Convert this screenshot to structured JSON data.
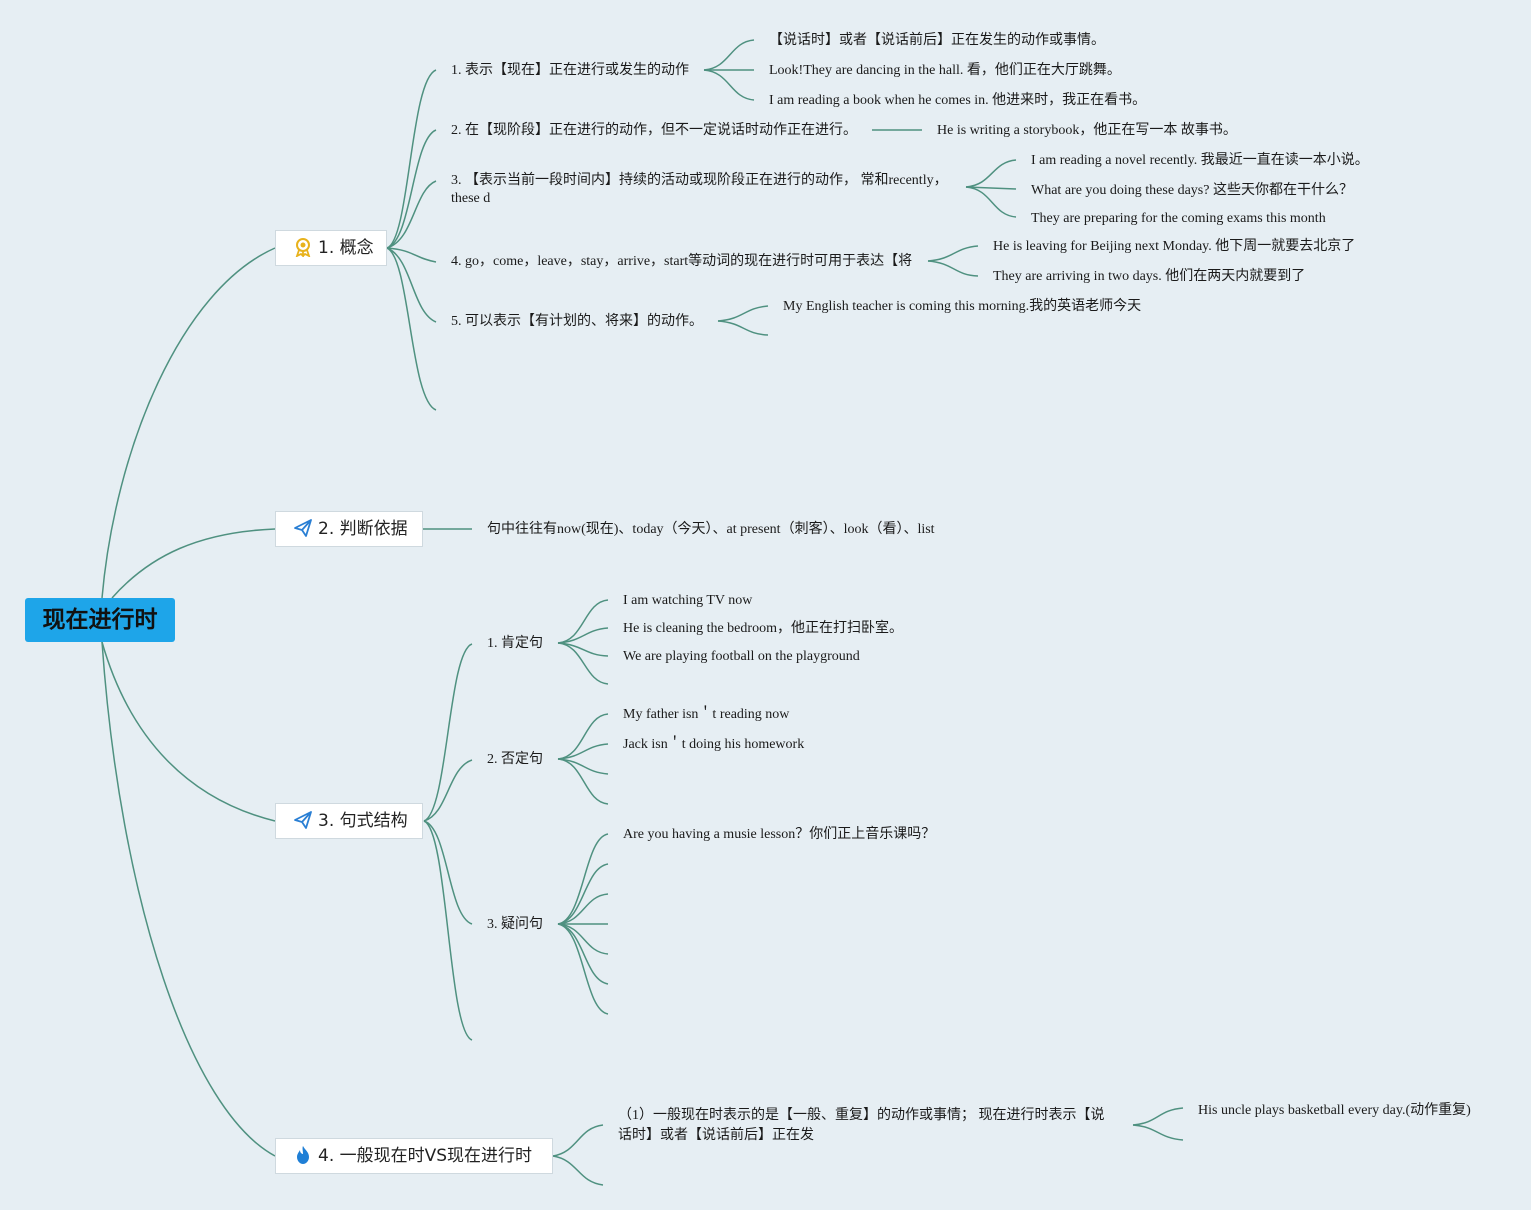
{
  "root": {
    "label": "现在进行时"
  },
  "branches": {
    "concept": {
      "label": "1. 概念",
      "icon": "award-ribbon-icon",
      "items": [
        {
          "label": "1. 表示【现在】正在进行或发生的动作",
          "children": [
            "【说话时】或者【说话前后】正在发生的动作或事情。",
            "Look!They are dancing in the hall. 看，他们正在大厅跳舞。",
            "I am reading a book when he comes in. 他进来时，我正在看书。"
          ]
        },
        {
          "label": "2. 在【现阶段】正在进行的动作，但不一定说话时动作正在进行。",
          "children": [
            "He is writing a storybook，他正在写一本 故事书。"
          ]
        },
        {
          "label": "3. 【表示当前一段时间内】持续的活动或现阶段正在进行的动作， 常和recently，these d",
          "children": [
            "I am reading a novel recently. 我最近一直在读一本小说。",
            "What are you doing these days? 这些天你都在干什么？",
            "They are preparing for the coming exams this month"
          ]
        },
        {
          "label": "4. go，come，leave，stay，arrive，start等动词的现在进行时可用于表达【将",
          "children": [
            "He is leaving for Beijing next Monday. 他下周一就要去北京了",
            "They are arriving in two days. 他们在两天内就要到了"
          ]
        },
        {
          "label": "5. 可以表示【有计划的、将来】的动作。",
          "children": [
            "My English teacher is coming this morning.我的英语老师今天"
          ]
        }
      ]
    },
    "basis": {
      "label": "2. 判断依据",
      "icon": "paper-plane-icon",
      "text": "句中往往有now(现在)、today（今天）、at present（刺客）、look（看）、list"
    },
    "structure": {
      "label": "3. 句式结构",
      "icon": "paper-plane-icon",
      "items": [
        {
          "label": "1. 肯定句",
          "children": [
            "I am watching TV now",
            "He is cleaning the bedroom，他正在打扫卧室。",
            "We are playing football on the playground"
          ]
        },
        {
          "label": "2. 否定句",
          "children": [
            "My father isn＇t reading now",
            "Jack isn＇t doing his homework"
          ]
        },
        {
          "label": "3. 疑问句",
          "children": [
            "Are you having a musie lesson？你们正上音乐课吗？"
          ]
        }
      ]
    },
    "compare": {
      "label": "4. 一般现在时VS现在进行时",
      "icon": "flame-icon",
      "item": {
        "label": "（1）一般现在时表示的是【一般、重复】的动作或事情； 现在进行时表示【说话时】或者【说话前后】正在发",
        "child": "His uncle plays basketball every day.(动作重复)"
      }
    }
  },
  "colors": {
    "background": "#e6eef3",
    "root_fill": "#1ea5e9",
    "connector": "#4f9180",
    "node_fill": "#ffffff"
  }
}
